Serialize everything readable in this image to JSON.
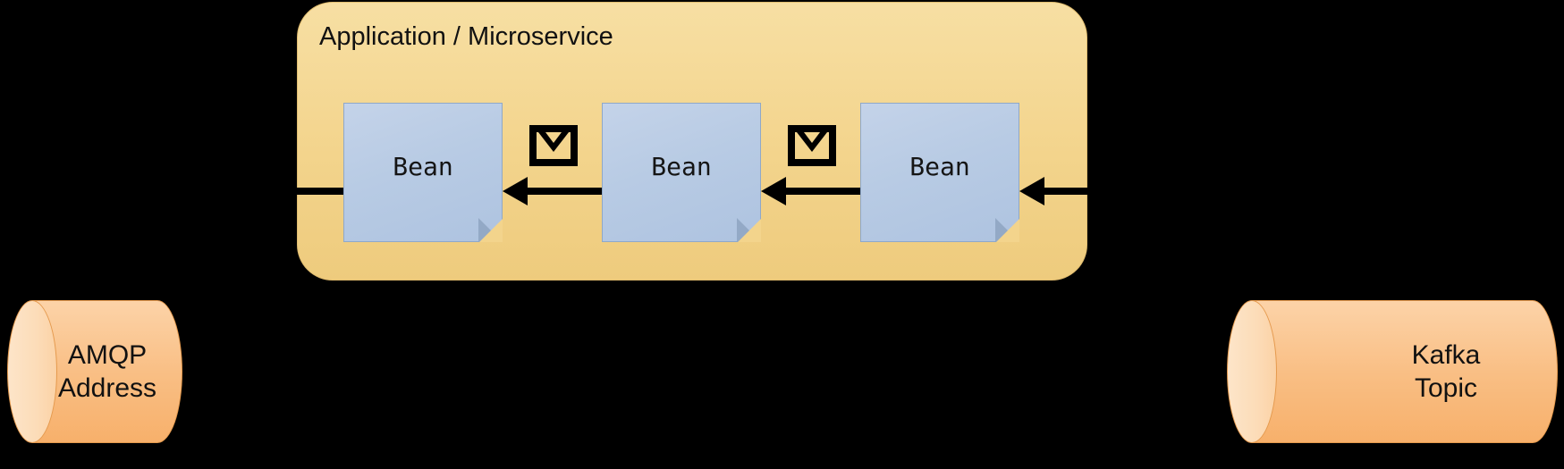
{
  "diagram": {
    "title": "Application / Microservice",
    "panel": {
      "label": "Application / Microservice",
      "fill_color": "#f3d48c",
      "border_color": "#e0bc6e"
    },
    "beans": [
      {
        "label": "Bean"
      },
      {
        "label": "Bean"
      },
      {
        "label": "Bean"
      }
    ],
    "envelopes": [
      {
        "name": "message-envelope"
      },
      {
        "name": "message-envelope"
      }
    ],
    "endpoints": [
      {
        "id": "amqp",
        "lines": [
          "AMQP",
          "Address"
        ],
        "fill_color": "#f9bf85",
        "border_color": "#e59a4e"
      },
      {
        "id": "kafka",
        "lines": [
          "Kafka",
          "Topic"
        ],
        "fill_color": "#f9bf85",
        "border_color": "#e59a4e"
      }
    ],
    "flow": {
      "direction": "right-to-left",
      "arrow_color": "#000000"
    },
    "background_color": "#000000",
    "bean_fill_color": "#b8cbe4"
  }
}
